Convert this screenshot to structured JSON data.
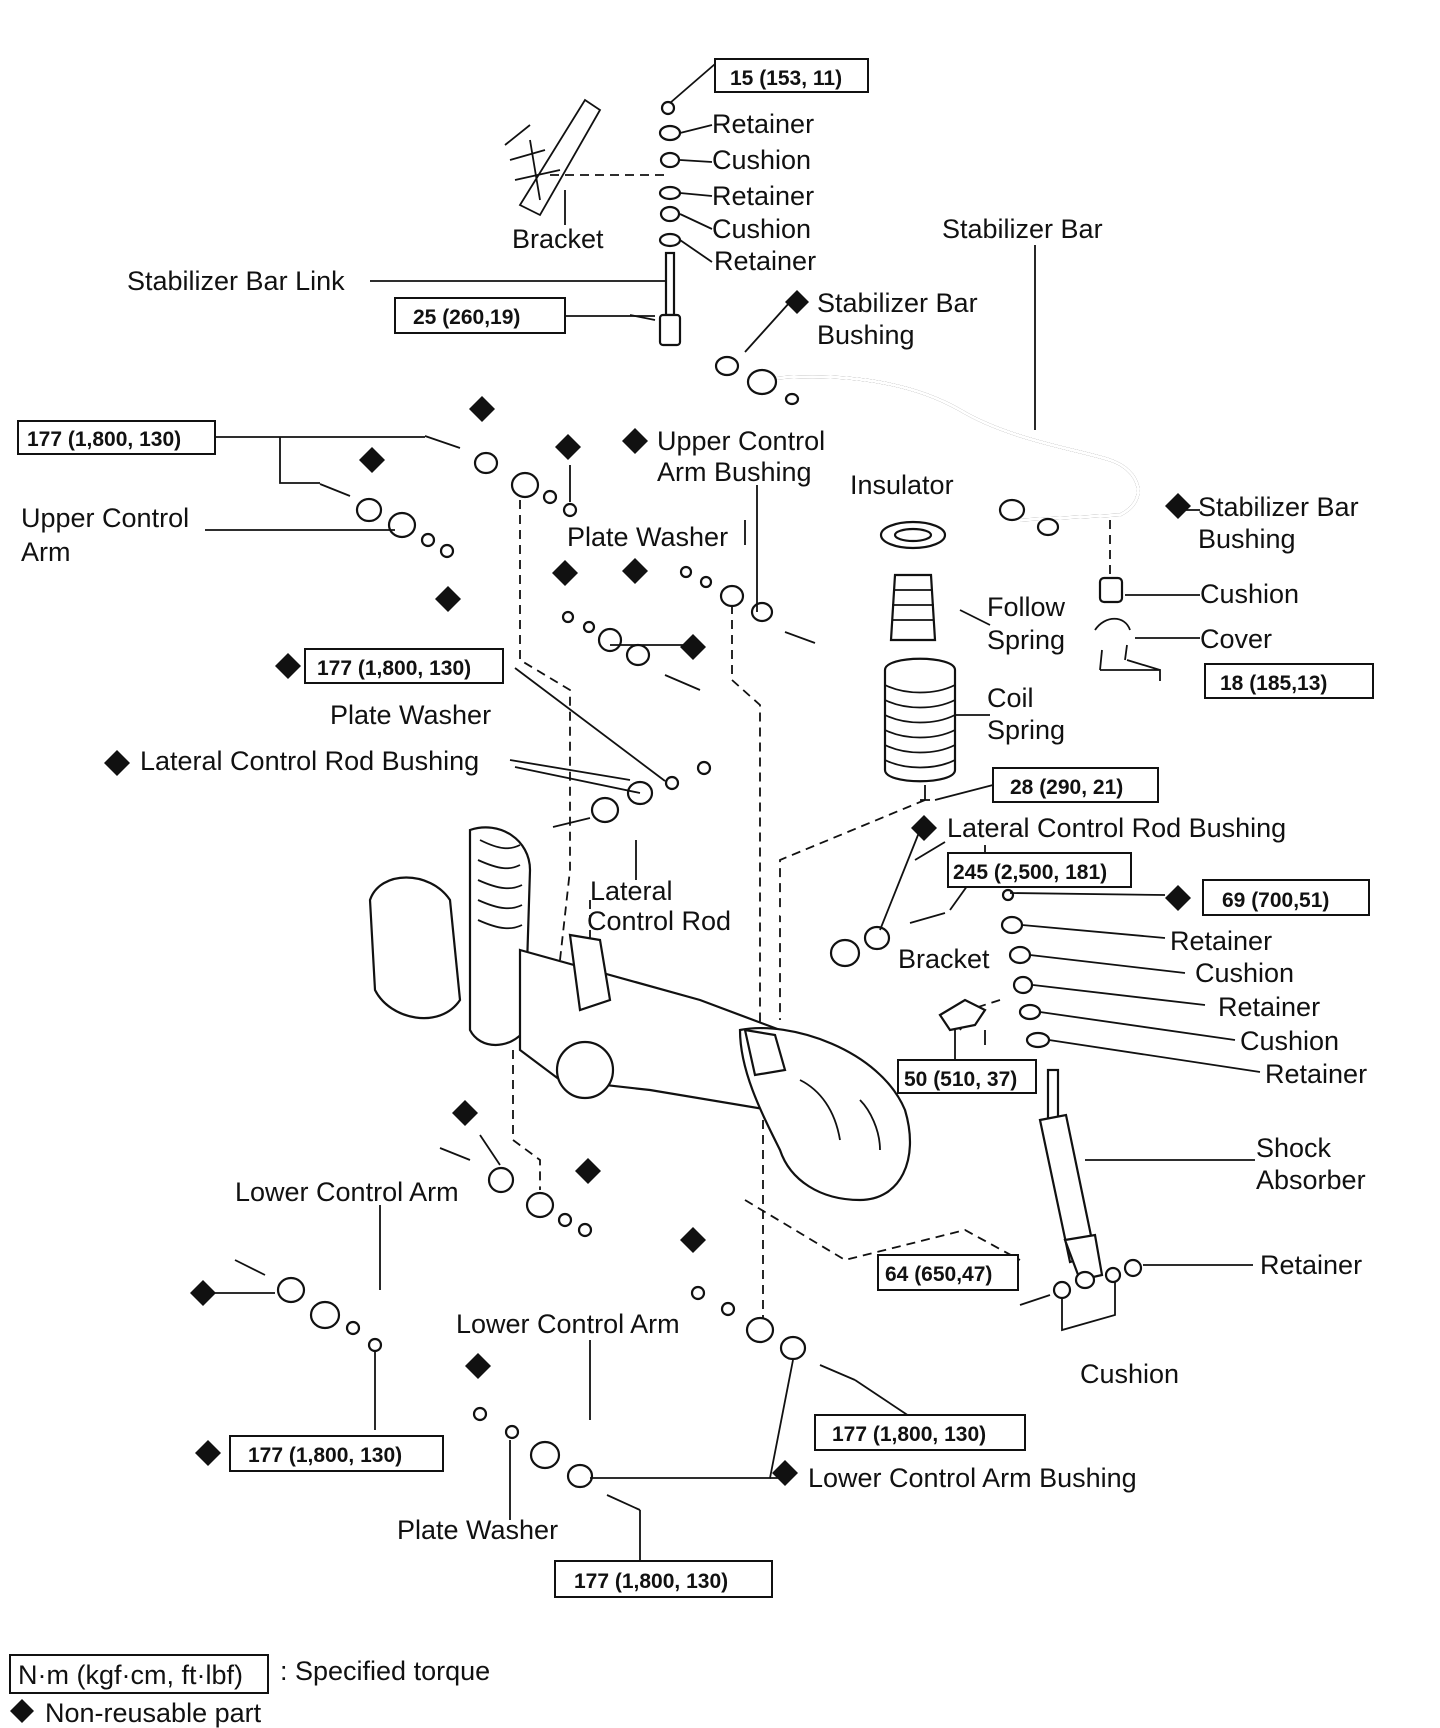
{
  "labels": {
    "retainer": "Retainer",
    "cushion": "Cushion",
    "bracket": "Bracket",
    "stabilizer_bar": "Stabilizer Bar",
    "stabilizer_bar_link": "Stabilizer Bar Link",
    "stabilizer_bar_bushing_1": "Stabilizer Bar",
    "stabilizer_bar_bushing_2": "Bushing",
    "upper_control_arm_bushing_1": "Upper Control",
    "upper_control_arm_bushing_2": "Arm Bushing",
    "insulator": "Insulator",
    "upper_control_arm_1": "Upper Control",
    "upper_control_arm_2": "Arm",
    "plate_washer": "Plate Washer",
    "follow_spring_1": "Follow",
    "follow_spring_2": "Spring",
    "cover": "Cover",
    "coil_spring_1": "Coil",
    "coil_spring_2": "Spring",
    "lateral_control_rod_bushing": "Lateral Control Rod Bushing",
    "lateral_control_rod_1": "Lateral",
    "lateral_control_rod_2": "Control Rod",
    "shock_absorber_1": "Shock",
    "shock_absorber_2": "Absorber",
    "lower_control_arm": "Lower Control Arm",
    "lower_control_arm_bushing": "Lower Control Arm Bushing"
  },
  "torques": {
    "t15": "15 (153, 11)",
    "t25": "25 (260,19)",
    "t177": "177 (1,800, 130)",
    "t18": "18 (185,13)",
    "t28": "28 (290, 21)",
    "t245": "245 (2,500, 181)",
    "t69": "69 (700,51)",
    "t50": "50 (510, 37)",
    "t64": "64 (650,47)"
  },
  "legend": {
    "unit_box": "N·m (kgf·cm, ft·lbf)",
    "unit_desc": ": Specified torque",
    "nonreusable": "Non-reusable part"
  }
}
